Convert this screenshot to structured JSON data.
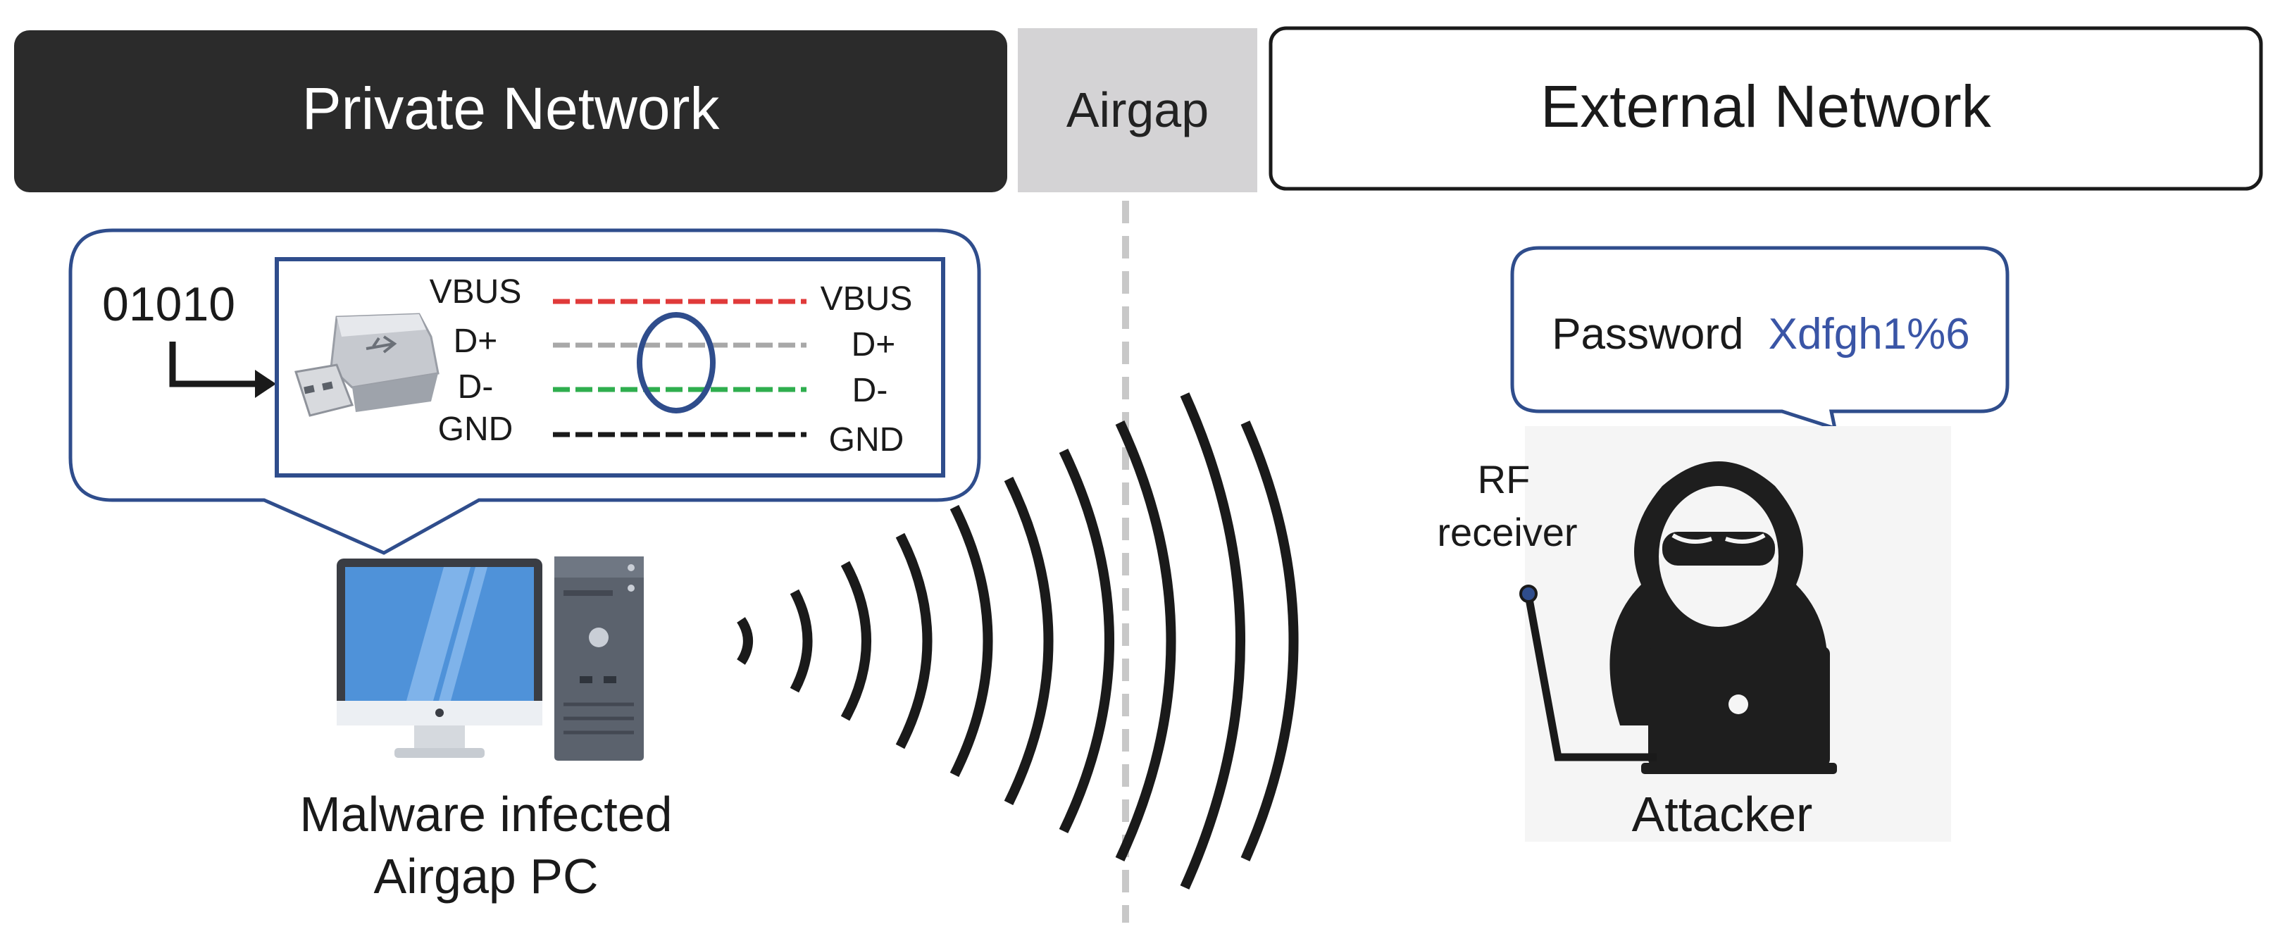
{
  "header": {
    "private_label": "Private Network",
    "airgap_label": "Airgap",
    "external_label": "External Network"
  },
  "usb_panel": {
    "bits": "01010",
    "left_pins": [
      "VBUS",
      "D+",
      "D-",
      "GND"
    ],
    "right_pins": [
      "VBUS",
      "D+",
      "D-",
      "GND"
    ]
  },
  "pc": {
    "caption_line1": "Malware infected",
    "caption_line2": "Airgap PC"
  },
  "attacker": {
    "password_label": "Password",
    "password_value": "Xdfgh1%6",
    "rf_line1": "RF",
    "rf_line2": "receiver",
    "caption": "Attacker"
  },
  "colors": {
    "dark_header": "#2b2b2b",
    "airgap_gray": "#d4d3d5",
    "callout_border": "#2f4d8c",
    "password_blue": "#3a55a6",
    "vbus_red": "#e03a3a",
    "dplus_gray": "#a8a8a8",
    "dminus_green": "#2fae4e",
    "gnd_black": "#1a1a1a",
    "monitor_blue": "#4f92d9"
  }
}
